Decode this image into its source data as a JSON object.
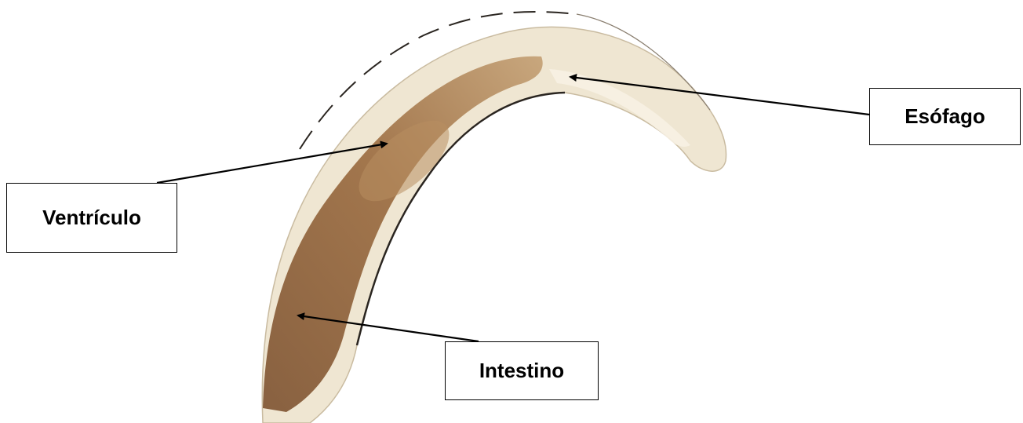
{
  "labels": {
    "esofago": "Esófago",
    "ventriculo": "Ventrículo",
    "intestino": "Intestino"
  },
  "colors": {
    "background": "#ffffff",
    "body_pale": "#efe6d2",
    "gut_brown": "#9a6a3e",
    "gut_dark": "#7d5230",
    "outline": "#2a2520",
    "arrow": "#000000"
  },
  "icons": {
    "specimen": "nematode-larva-image",
    "pointer": "arrow-icon"
  }
}
